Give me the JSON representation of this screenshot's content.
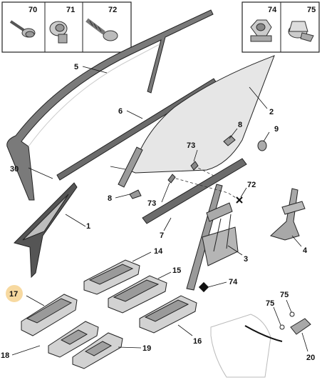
{
  "hardware_boxes": {
    "left": [
      {
        "number": "70",
        "icon": "screw-icon"
      },
      {
        "number": "71",
        "icon": "rivet-icon"
      },
      {
        "number": "72",
        "icon": "self-tapping-screw-icon"
      }
    ],
    "right": [
      {
        "number": "74",
        "icon": "hex-nut-icon"
      },
      {
        "number": "75",
        "icon": "push-clip-icon"
      }
    ]
  },
  "part_labels": {
    "p1": "1",
    "p2": "2",
    "p3": "3",
    "p4": "4",
    "p5": "5",
    "p6": "6",
    "p7": "7",
    "p8a": "8",
    "p8b": "8",
    "p9": "9",
    "p14": "14",
    "p15": "15",
    "p16": "16",
    "p17": "17",
    "p18": "18",
    "p19": "19",
    "p20": "20",
    "p30": "30",
    "p72": "72",
    "p73a": "73",
    "p73b": "73",
    "p74": "74",
    "p75a": "75",
    "p75b": "75"
  },
  "highlight": {
    "label": "17",
    "color": "#f7d9a0"
  },
  "colors": {
    "glass": "#e6e6e6",
    "seal": "#6b6b6b",
    "switch": "#d2d2d2",
    "line": "#222222"
  }
}
